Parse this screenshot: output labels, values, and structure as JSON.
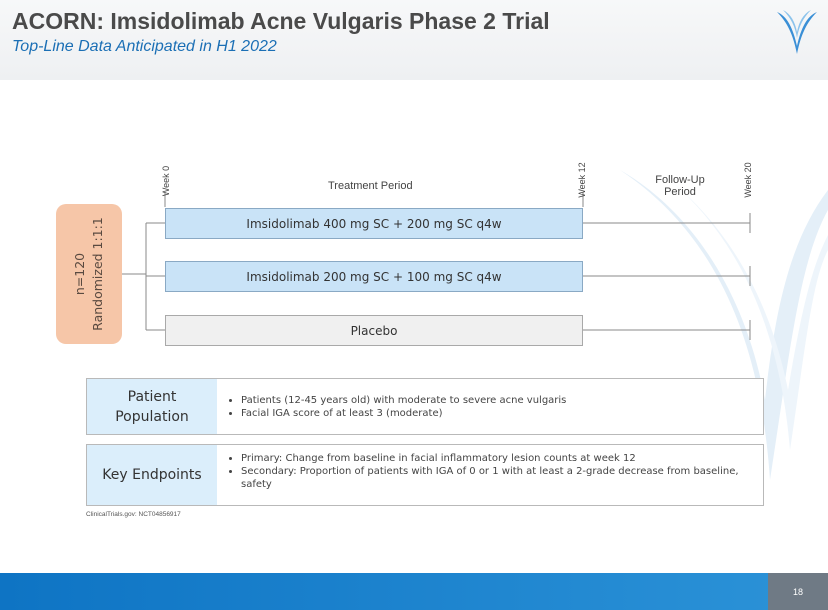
{
  "header": {
    "title": "ACORN: Imsidolimab Acne Vulgaris Phase 2 Trial",
    "subtitle": "Top-Line Data Anticipated in H1 2022",
    "brand_color": "#1b6fb5",
    "logo": "company-logo"
  },
  "design": {
    "randomization": {
      "line1": "n=120",
      "line2": "Randomized 1:1:1"
    },
    "timepoints": [
      "Week 0",
      "Week 12",
      "Week 20"
    ],
    "periods": {
      "treatment": "Treatment Period",
      "followup_line1": "Follow-Up",
      "followup_line2": "Period"
    },
    "arms": [
      "Imsidolimab 400 mg SC + 200 mg SC q4w",
      "Imsidolimab 200 mg SC + 100 mg SC q4w",
      "Placebo"
    ]
  },
  "population": {
    "heading_line1": "Patient",
    "heading_line2": "Population",
    "bullets": [
      "Patients (12-45 years old) with moderate to severe acne vulgaris",
      "Facial IGA score of at least 3 (moderate)"
    ]
  },
  "endpoints": {
    "heading": "Key Endpoints",
    "bullets": [
      "Primary: Change from baseline in facial inflammatory lesion counts at week 12",
      "Secondary: Proportion of patients with IGA of 0 or 1 with at least a 2-grade decrease from baseline, safety"
    ]
  },
  "source": "ClinicalTrials.gov: NCT04856917",
  "footer": {
    "page_number": "18",
    "color": "#0e74c4"
  }
}
